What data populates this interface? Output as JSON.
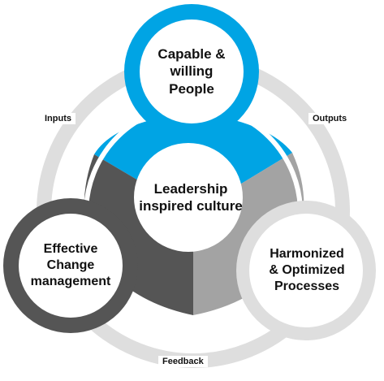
{
  "colors": {
    "blue": "#00a4e4",
    "dark_gray": "#555555",
    "mid_gray": "#a3a3a3",
    "ring_gray": "#dedede",
    "node_white": "#ffffff"
  },
  "nodes": {
    "top": {
      "text": "Capable &\nwilling\nPeople",
      "color": "blue"
    },
    "left": {
      "text": "Effective\nChange\nmanagement",
      "color": "dark_gray"
    },
    "right": {
      "text": "Harmonized\n& Optimized\nProcesses",
      "color": "mid_gray"
    },
    "center": {
      "text": "Leadership\ninspired culture"
    }
  },
  "flow_labels": {
    "inputs": "Inputs",
    "outputs": "Outputs",
    "feedback": "Feedback"
  }
}
